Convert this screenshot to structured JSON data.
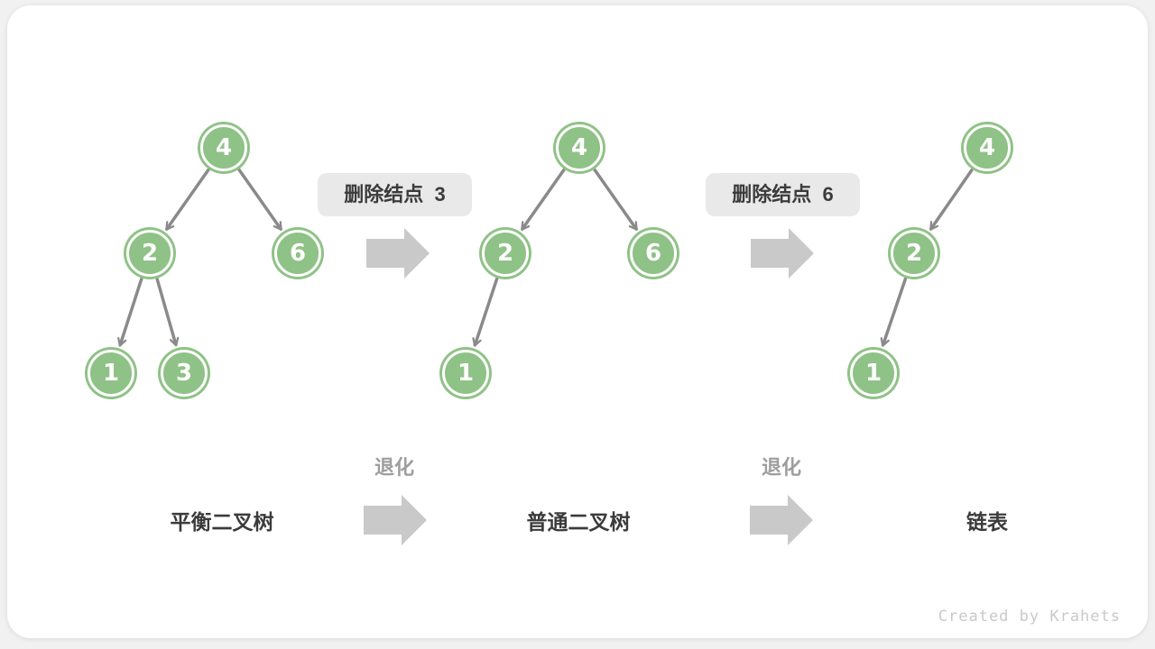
{
  "watermark": "Created by Krahets",
  "colors": {
    "node_green": "#8fc286",
    "edge_gray": "#8a8a8a",
    "block_arrow_gray": "#c9c9c9",
    "step_label_bg": "#e9e9e9",
    "dark_text": "#3b3b3b",
    "muted_text": "#9e9e9e",
    "card_bg": "#ffffff",
    "page_bg": "#f1f1f1"
  },
  "steps": [
    {
      "label": "删除结点  3"
    },
    {
      "label": "删除结点  6"
    }
  ],
  "degrade": {
    "label": "退化"
  },
  "trees": [
    {
      "label": "平衡二叉树",
      "nodes": [
        "4",
        "2",
        "6",
        "1",
        "3"
      ],
      "edges": [
        [
          "4",
          "2"
        ],
        [
          "4",
          "6"
        ],
        [
          "2",
          "1"
        ],
        [
          "2",
          "3"
        ]
      ]
    },
    {
      "label": "普通二叉树",
      "nodes": [
        "4",
        "2",
        "6",
        "1"
      ],
      "edges": [
        [
          "4",
          "2"
        ],
        [
          "4",
          "6"
        ],
        [
          "2",
          "1"
        ]
      ]
    },
    {
      "label": "链表",
      "nodes": [
        "4",
        "2",
        "1"
      ],
      "edges": [
        [
          "4",
          "2"
        ],
        [
          "2",
          "1"
        ]
      ]
    }
  ]
}
